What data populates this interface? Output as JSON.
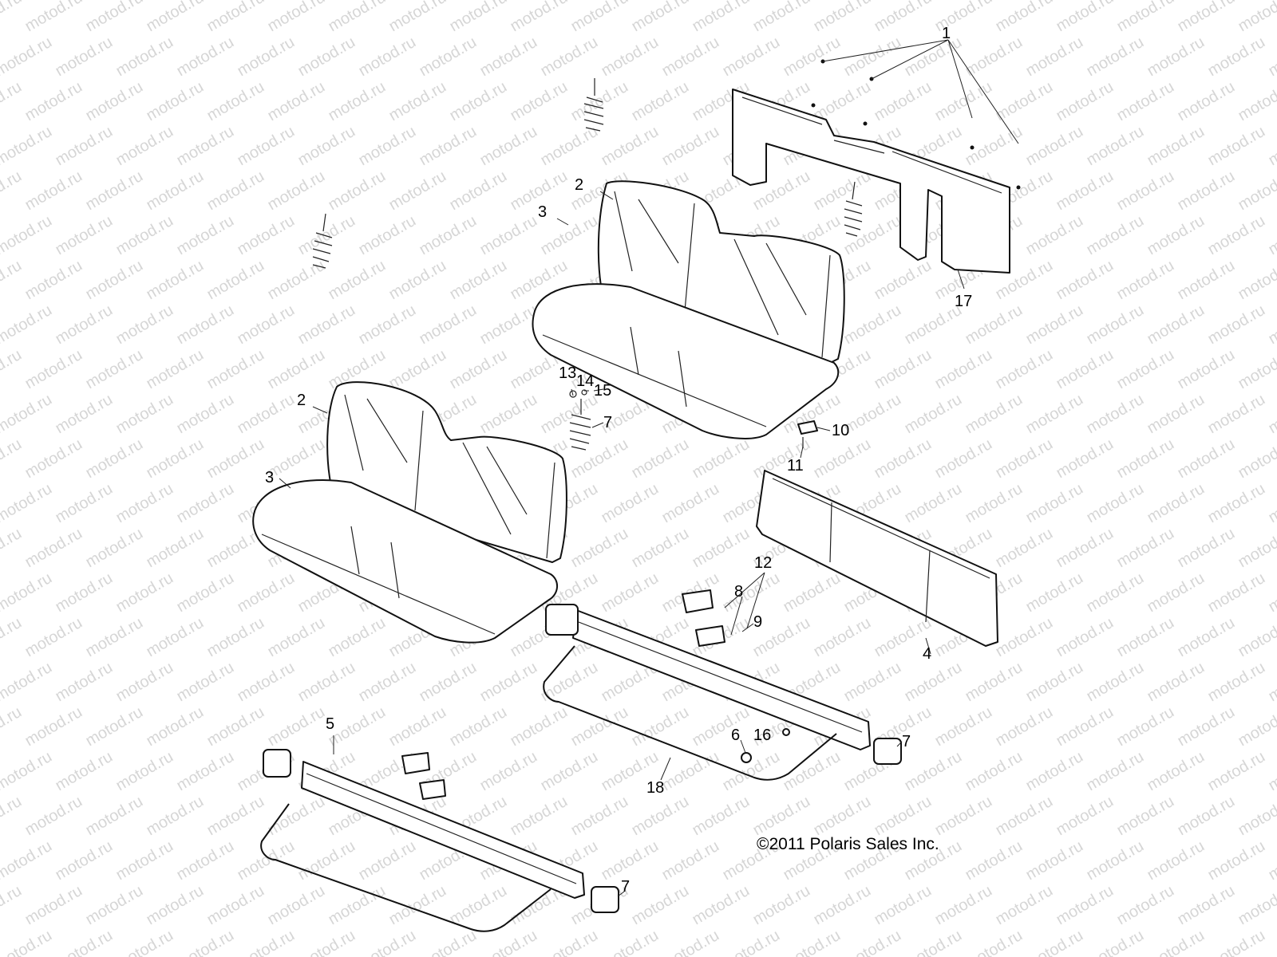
{
  "watermark": "motod.ru",
  "copyright": "©2011 Polaris Sales Inc.",
  "callouts": [
    {
      "id": "c1",
      "label": "1"
    },
    {
      "id": "c2a",
      "label": "2"
    },
    {
      "id": "c3a",
      "label": "3"
    },
    {
      "id": "c17",
      "label": "17"
    },
    {
      "id": "c13",
      "label": "13"
    },
    {
      "id": "c14",
      "label": "14"
    },
    {
      "id": "c15",
      "label": "15"
    },
    {
      "id": "c7a",
      "label": "7"
    },
    {
      "id": "c10",
      "label": "10"
    },
    {
      "id": "c11",
      "label": "11"
    },
    {
      "id": "c2b",
      "label": "2"
    },
    {
      "id": "c3b",
      "label": "3"
    },
    {
      "id": "c12",
      "label": "12"
    },
    {
      "id": "c8",
      "label": "8"
    },
    {
      "id": "c9",
      "label": "9"
    },
    {
      "id": "c4",
      "label": "4"
    },
    {
      "id": "c5",
      "label": "5"
    },
    {
      "id": "c6",
      "label": "6"
    },
    {
      "id": "c16",
      "label": "16"
    },
    {
      "id": "c7b",
      "label": "7"
    },
    {
      "id": "c18",
      "label": "18"
    },
    {
      "id": "c7c",
      "label": "7"
    }
  ]
}
